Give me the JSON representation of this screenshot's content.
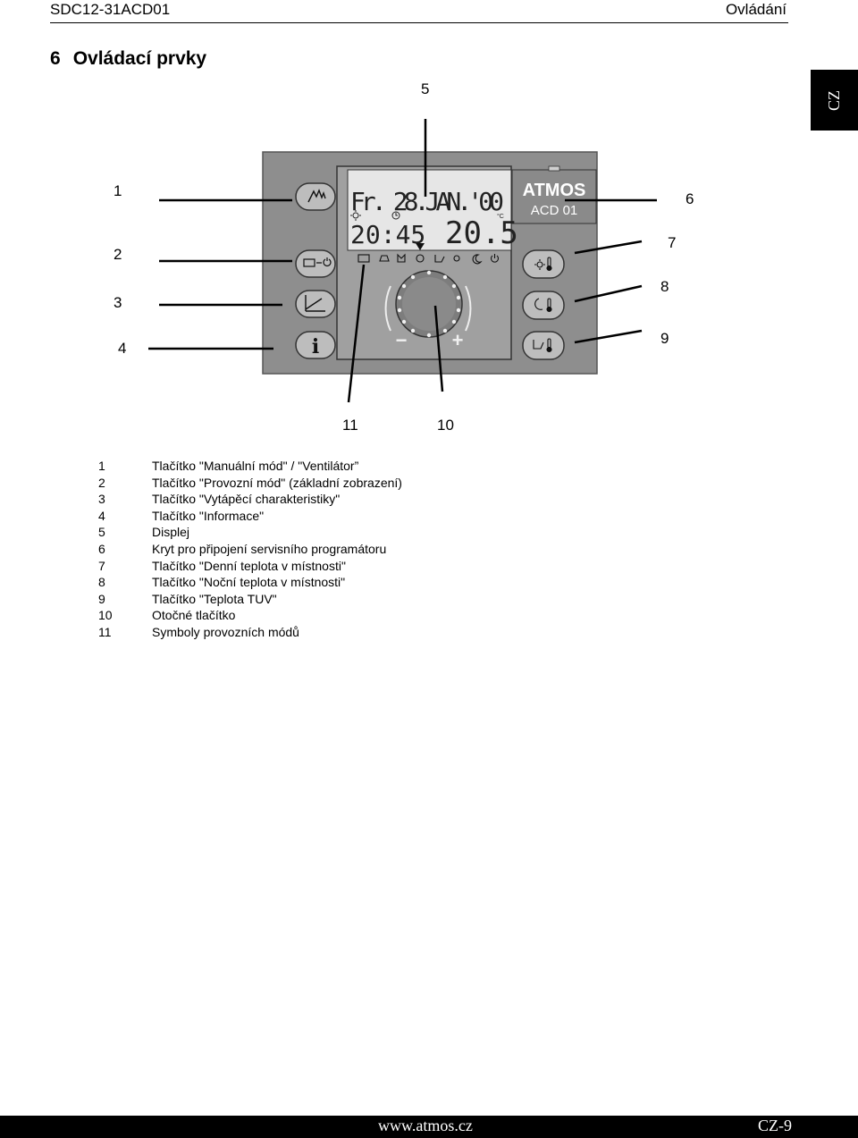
{
  "header": {
    "doc_id": "SDC12-31ACD01",
    "chapter": "Ovládání"
  },
  "section": {
    "number": "6",
    "title": "Ovládací prvky"
  },
  "language_tab": "CZ",
  "callouts": [
    "1",
    "2",
    "3",
    "4",
    "5",
    "6",
    "7",
    "8",
    "9",
    "10",
    "11"
  ],
  "device": {
    "brand": "ATMOS",
    "model": "ACD 01",
    "display_line1": "Fr. 28.JAN.'00",
    "display_line2_time": "20:45",
    "display_line2_temp": "20.5",
    "temp_unit": "°C",
    "knob_minus": "−",
    "knob_plus": "+"
  },
  "legend": [
    {
      "num": "1",
      "text": "Tlačítko \"Manuální mód\" / \"Ventilátor”"
    },
    {
      "num": "2",
      "text": "Tlačítko \"Provozní mód\"  (základní zobrazení)"
    },
    {
      "num": "3",
      "text": "Tlačítko \"Vytápěcí charakteristiky\""
    },
    {
      "num": "4",
      "text": "Tlačítko \"Informace\""
    },
    {
      "num": "5",
      "text": "Displej"
    },
    {
      "num": "6",
      "text": "Kryt pro připojení servisního programátoru"
    },
    {
      "num": "7",
      "text": "Tlačítko \"Denní teplota v místnosti\""
    },
    {
      "num": "8",
      "text": "Tlačítko \"Noční teplota v místnosti\""
    },
    {
      "num": "9",
      "text": "Tlačítko \"Teplota TUV\""
    },
    {
      "num": "10",
      "text": "Otočné tlačítko"
    },
    {
      "num": "11",
      "text": "Symboly provozních módů"
    }
  ],
  "footer": {
    "url": "www.atmos.cz",
    "page": "CZ-9"
  },
  "colors": {
    "panel": "#8e8e8e",
    "panel_inner": "#a9a9a9",
    "display_bg": "#e6e6e6",
    "button": "#b9b9b9"
  }
}
